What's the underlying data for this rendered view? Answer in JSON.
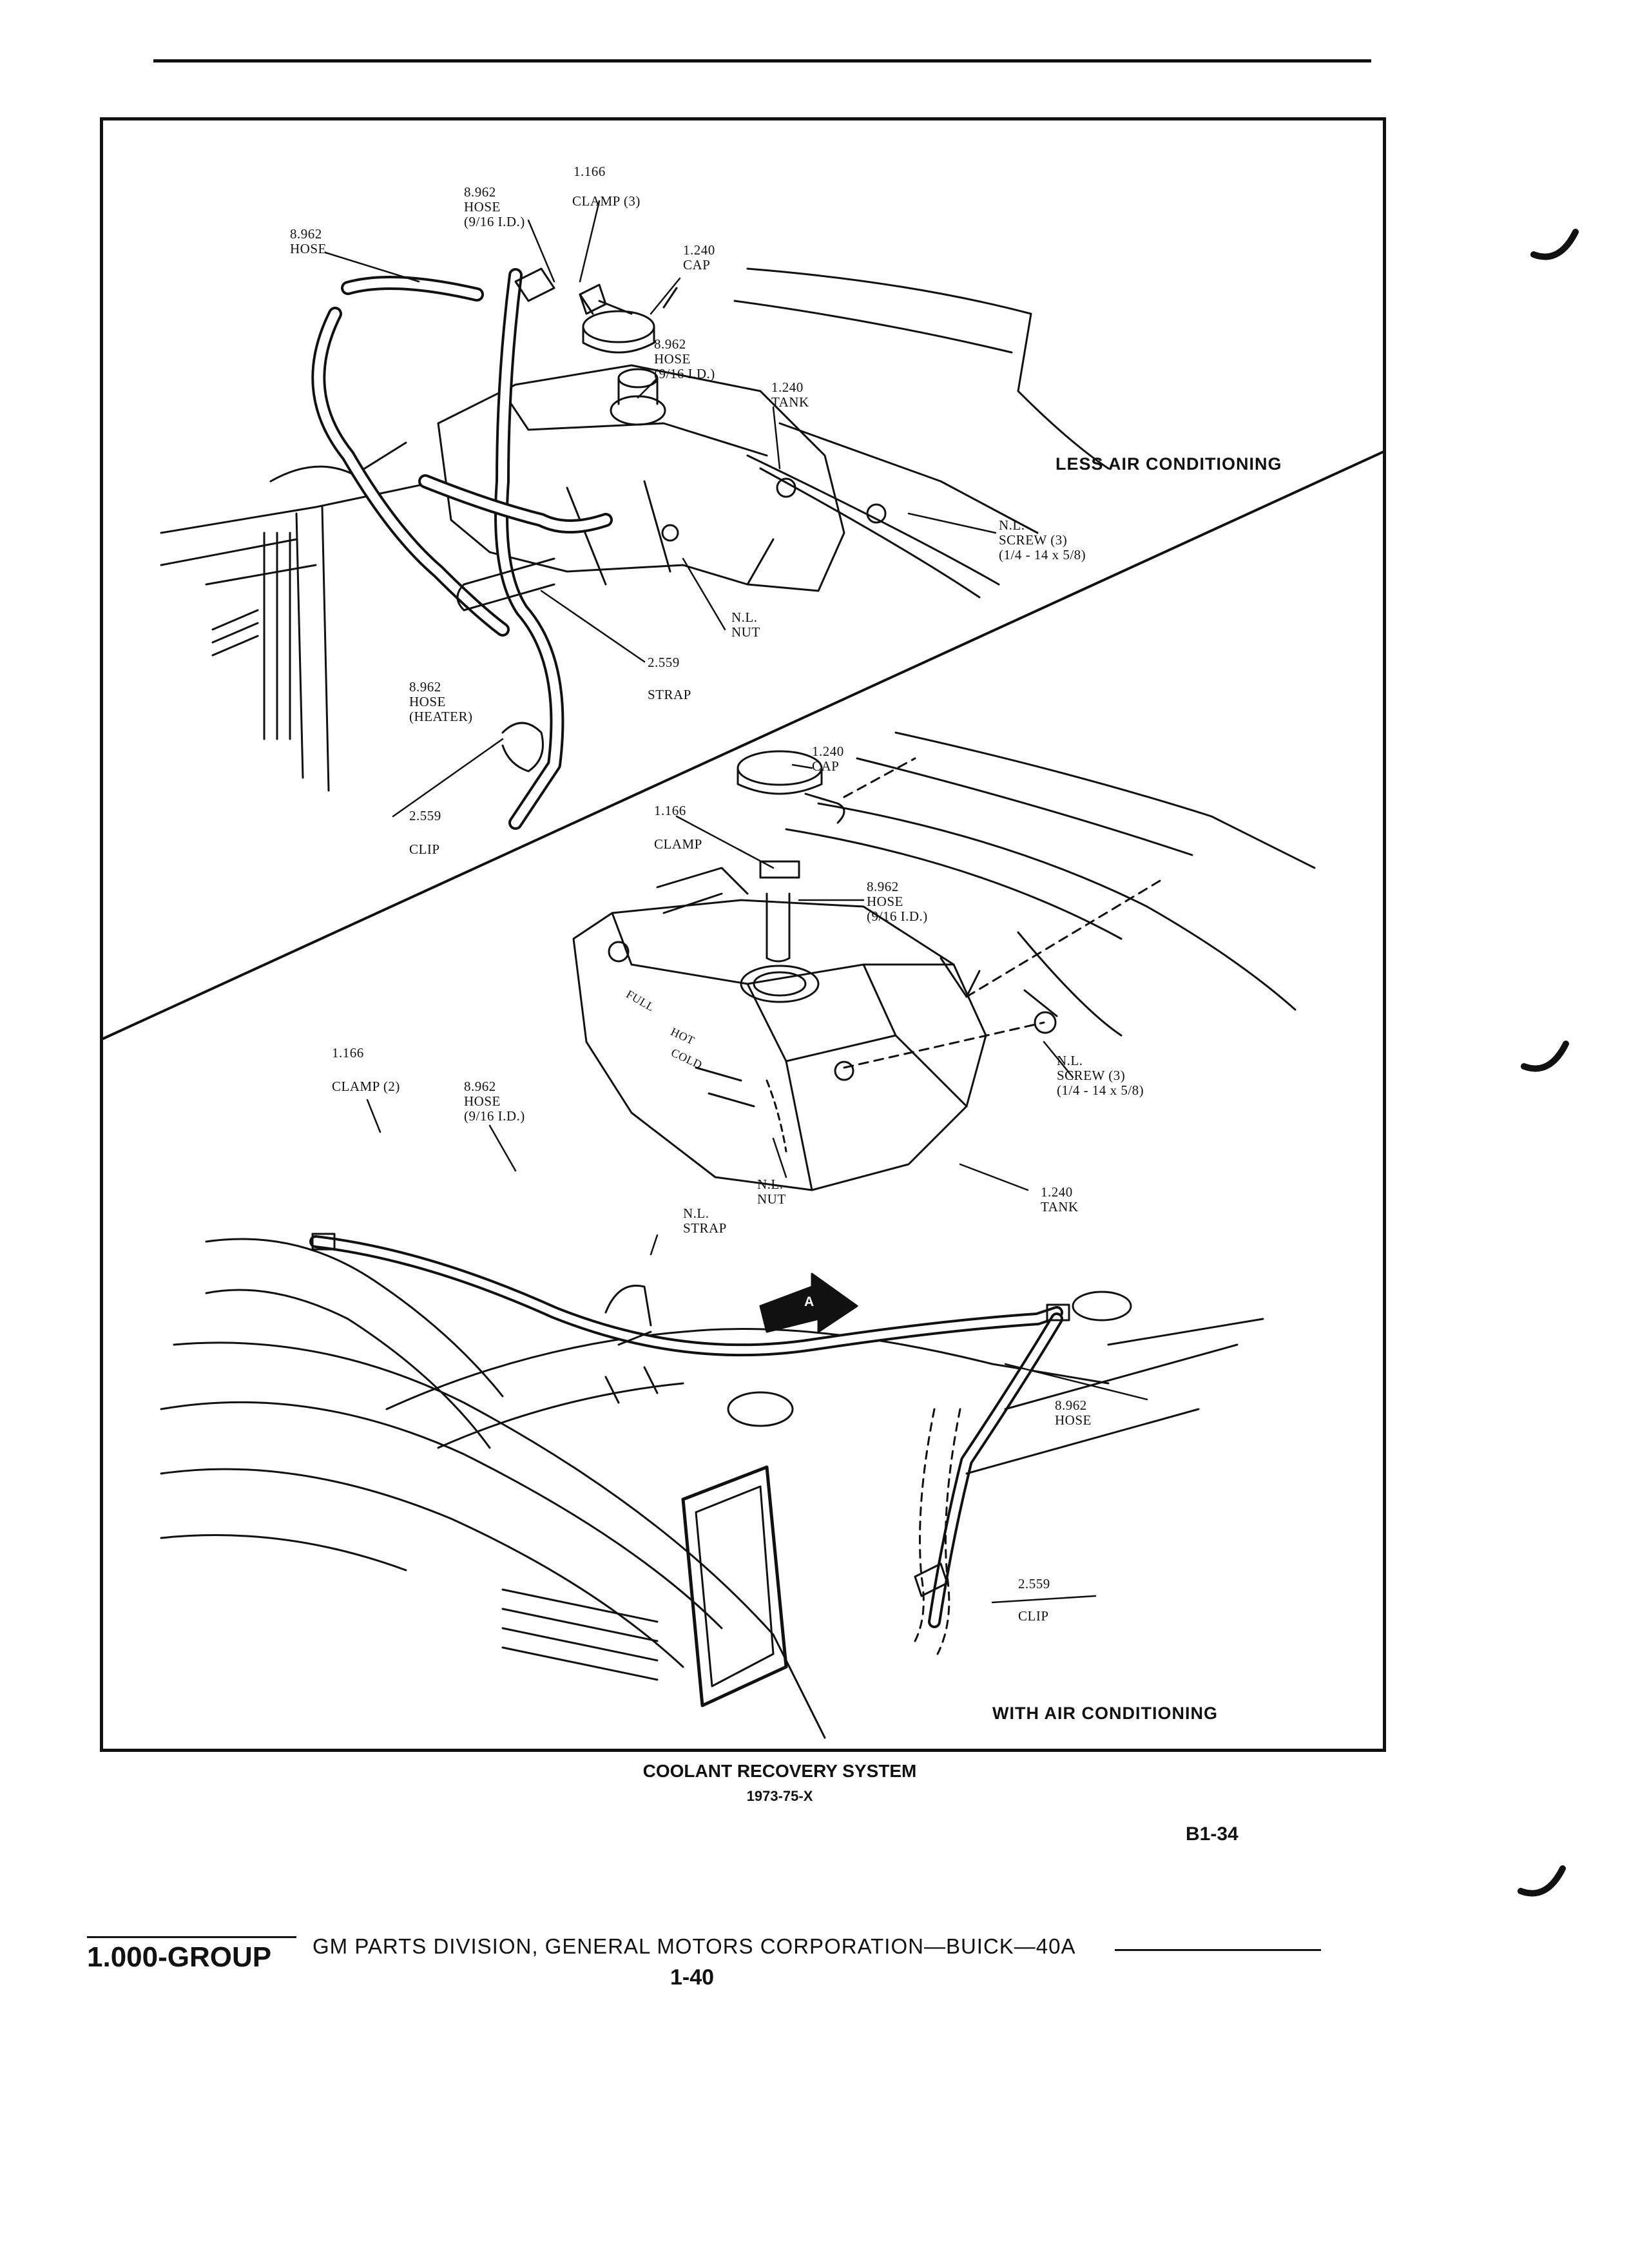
{
  "diagram": {
    "upper_section_title": "LESS AIR CONDITIONING",
    "lower_section_title": "WITH AIR CONDITIONING",
    "upper_labels": {
      "hose_left": "8.962\nHOSE",
      "hose_top": "8.962\nHOSE\n(9/16 I.D.)",
      "clamp_ref": "1.166",
      "clamp": "CLAMP (3)",
      "cap": "1.240\nCAP",
      "hose_mid": "8.962\nHOSE\n(9/16 I.D.)",
      "tank": "1.240\nTANK",
      "screw": "N.L.\nSCREW (3)\n(1/4 - 14 x 5/8)",
      "nut": "N.L.\nNUT",
      "strap_ref": "2.559",
      "strap": "STRAP",
      "hose_heater": "8.962\nHOSE\n(HEATER)",
      "clip_ref": "2.559",
      "clip": "CLIP"
    },
    "middle_labels": {
      "cap": "1.240\nCAP",
      "clamp_ref": "1.166",
      "clamp": "CLAMP",
      "hose": "8.962\nHOSE\n(9/16 I.D.)",
      "screw": "N.L.\nSCREW (3)\n(1/4 - 14 x 5/8)",
      "nut": "N.L.\nNUT",
      "tank": "1.240\nTANK",
      "tank_full": "FULL",
      "tank_hot": "HOT",
      "tank_cold": "COLD"
    },
    "lower_labels": {
      "clamp_ref": "1.166",
      "clamp": "CLAMP (2)",
      "hose": "8.962\nHOSE\n(9/16 I.D.)",
      "strap": "N.L.\nSTRAP",
      "view_arrow": "A",
      "hose_right": "8.962\nHOSE",
      "clip_ref": "2.559",
      "clip": "CLIP"
    }
  },
  "caption": {
    "title": "COOLANT RECOVERY SYSTEM",
    "subtitle": "1973-75-X",
    "figure_code": "B1-34"
  },
  "footer": {
    "group": "1.000-GROUP",
    "publisher": "GM PARTS DIVISION, GENERAL MOTORS CORPORATION—BUICK—40A",
    "page_number": "1-40"
  }
}
